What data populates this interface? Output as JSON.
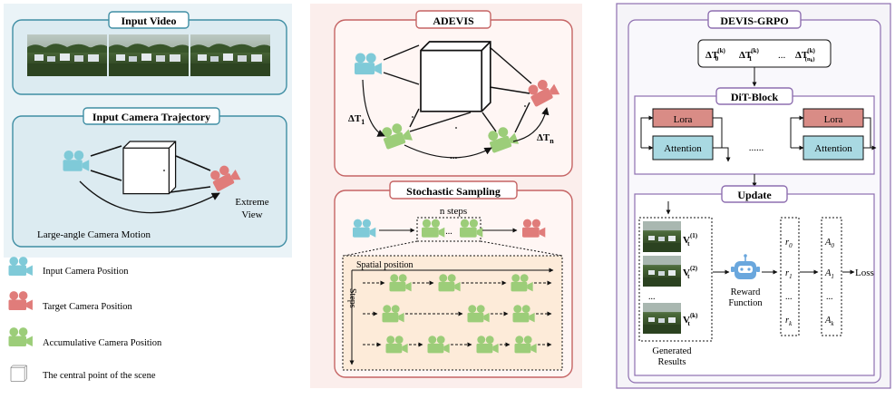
{
  "colors": {
    "panel_left_bg": "#eaf3f7",
    "panel_mid_bg": "#fbeeec",
    "panel_right_bg": "#f5f4f8",
    "teal_stroke": "#3f8ea4",
    "teal_fill": "#dcebf1",
    "red_stroke": "#c56464",
    "red_fill": "#fff6f4",
    "purple_stroke": "#8e6fb0",
    "lora_fill": "#d98c86",
    "attention_fill": "#a9d9e2",
    "input_cam": "#7fcad8",
    "target_cam": "#e07c7a",
    "accum_cam": "#9ccd79",
    "robot": "#6aa7dd"
  },
  "left": {
    "input_video_title": "Input Video",
    "trajectory_title": "Input Camera Trajectory",
    "extreme_view_line1": "Extreme",
    "extreme_view_line2": "View",
    "motion_label": "Large-angle Camera Motion",
    "legend": {
      "input_camera": "Input Camera Position",
      "target_camera": "Target Camera Position",
      "accumulative_camera": "Accumulative Camera Position",
      "central_point": "The central point of the scene"
    }
  },
  "middle": {
    "adevis_title": "ADEVIS",
    "delta_t1": "ΔT",
    "delta_t1_sub": "1",
    "delta_tn": "ΔT",
    "delta_tn_sub": "n",
    "dots": "...",
    "sampling_title": "Stochastic Sampling",
    "n_steps": "n steps",
    "spatial_position": "Spatial position",
    "steps_axis": "Steps",
    "mini_dots": "..."
  },
  "right": {
    "grpo_title": "DEVIS-GRPO",
    "delta_t0": "ΔT",
    "delta_t0_sub": "0",
    "delta_t1": "ΔT",
    "delta_t1_sub": "1",
    "delta_tnk": "ΔT",
    "delta_tnk_sub": "(n",
    "delta_tnk_subsub": "k",
    "delta_tnk_close": ")",
    "sup_k": "(k)",
    "ellipsis": "...",
    "dit_title": "DiT-Block",
    "lora": "Lora",
    "attention": "Attention",
    "block_dots": "......",
    "update_title": "Update",
    "v_label": "V",
    "v_sub": "t",
    "v_sup1": "(1)",
    "v_sup2": "(2)",
    "v_supk": "(k)",
    "results_dots": "...",
    "generated_line1": "Generated",
    "generated_line2": "Results",
    "reward_line1": "Reward",
    "reward_line2": "Function",
    "r": "r",
    "r_sub0": "0",
    "r_sub1": "1",
    "r_subk": "k",
    "a": "A",
    "a_sub0": "0",
    "a_sub1": "1",
    "a_subk": "k",
    "col_dots": "...",
    "loss": "Loss"
  }
}
